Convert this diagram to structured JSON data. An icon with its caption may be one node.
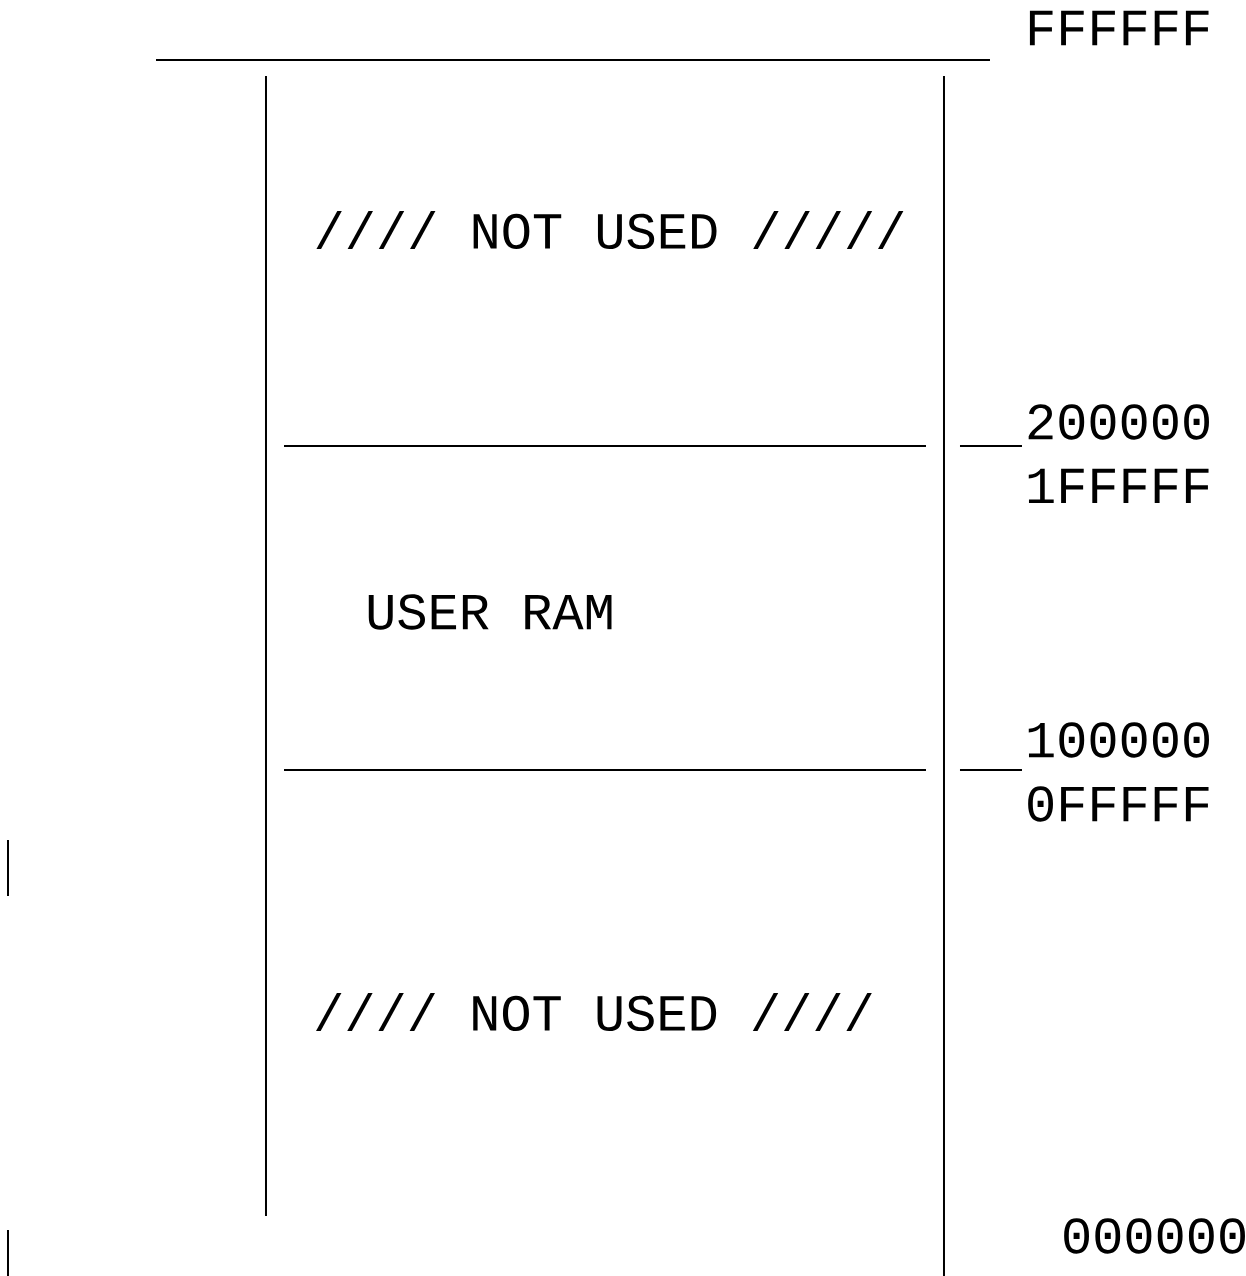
{
  "diagram": {
    "nodes": [
      {
        "text": [
          "//// NOT USED /////"
        ]
      },
      {
        "text": [
          "USER RAM"
        ]
      },
      {
        "text": [
          "//// NOT USED ////"
        ]
      }
    ],
    "labels": [
      "FFFFFF",
      "200000",
      "1FFFFF",
      "100000",
      "0FFFFF",
      "000000"
    ]
  }
}
